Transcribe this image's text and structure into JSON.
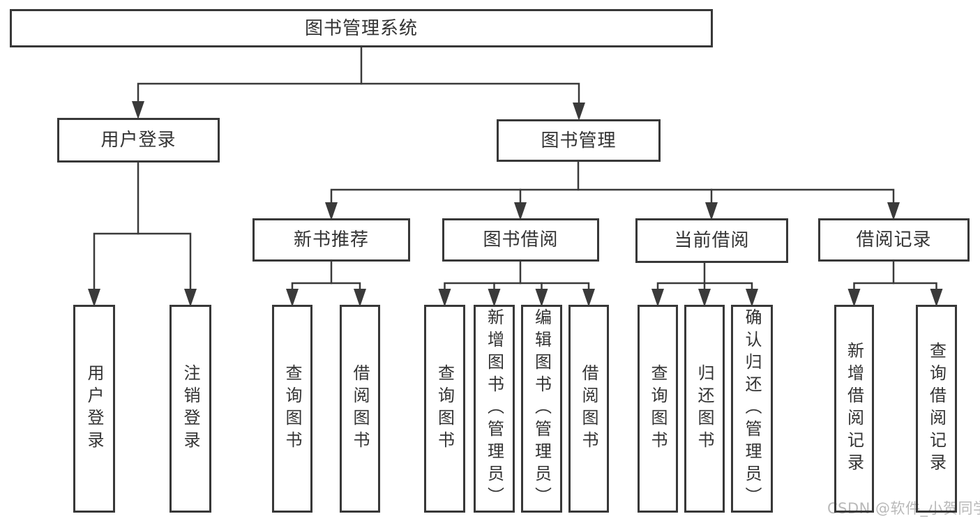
{
  "colors": {
    "line": "#3a3a3a",
    "box_border": "#383838",
    "text": "#333333",
    "watermark": "#b9b9b9",
    "background": "#ffffff"
  },
  "watermark": "CSDN @软件_小贺同学",
  "tree": {
    "label": "图书管理系统",
    "children": [
      {
        "label": "用户登录",
        "children": [
          {
            "label": "用户登录"
          },
          {
            "label": "注销登录"
          }
        ]
      },
      {
        "label": "图书管理",
        "children": [
          {
            "label": "新书推荐",
            "children": [
              {
                "label": "查询图书"
              },
              {
                "label": "借阅图书"
              }
            ]
          },
          {
            "label": "图书借阅",
            "children": [
              {
                "label": "查询图书"
              },
              {
                "label": "新增图书（管理员）"
              },
              {
                "label": "编辑图书（管理员）"
              },
              {
                "label": "借阅图书"
              }
            ]
          },
          {
            "label": "当前借阅",
            "children": [
              {
                "label": "查询图书"
              },
              {
                "label": "归还图书"
              },
              {
                "label": "确认归还（管理员）"
              }
            ]
          },
          {
            "label": "借阅记录",
            "children": [
              {
                "label": "新增借阅记录"
              },
              {
                "label": "查询借阅记录"
              }
            ]
          }
        ]
      }
    ]
  }
}
